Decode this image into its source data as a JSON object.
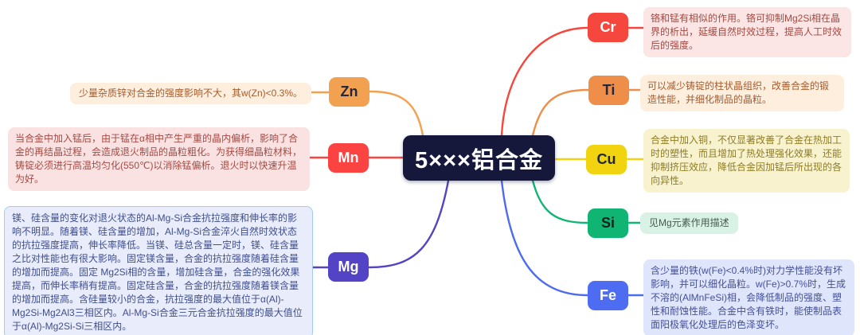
{
  "root": {
    "label": "5×××铝合金",
    "bg": "#15183a",
    "text_color": "#ffffff"
  },
  "branches": [
    {
      "id": "cr",
      "element": "Cr",
      "side": "right",
      "color": "#f5473d",
      "note_bg": "#fbe5e5",
      "note": "铬和锰有相似的作用。铬可抑制Mg2Si相在晶界的析出，延缓自然时效过程，提高人工时效后的强度。"
    },
    {
      "id": "ti",
      "element": "Ti",
      "side": "right",
      "color": "#ef8e49",
      "note_bg": "#fdeede",
      "note": "可以减少铸锭的柱状晶组织，改善合金的锻造性能，并细化制品的晶粒。"
    },
    {
      "id": "cu",
      "element": "Cu",
      "side": "right",
      "color": "#f1d310",
      "note_bg": "#f8f2cf",
      "note": "合金中加入铜，不仅显著改善了合金在热加工时的塑性，而且增加了热处理强化效果，还能抑制挤压效应，降低合金因加锰后所出现的各向异性。"
    },
    {
      "id": "si",
      "element": "Si",
      "side": "right",
      "color": "#10b473",
      "note_bg": "#d9f2e6",
      "note": "见Mg元素作用描述"
    },
    {
      "id": "fe",
      "element": "Fe",
      "side": "right",
      "color": "#4e6cf1",
      "note_bg": "#dfe5fa",
      "note": "含少量的铁(w(Fe)<0.4%时)对力学性能没有坏影响，并可以细化晶粒。w(Fe)>0.7%时，生成不溶的(AlMnFeSi)相，会降低制品的强度、塑性和耐蚀性能。合金中含有铁时，能使制品表面阳极氧化处理后的色泽变坏。"
    },
    {
      "id": "zn",
      "element": "Zn",
      "side": "left",
      "color": "#f2a150",
      "note_bg": "#fdeede",
      "note": "少量杂质锌对合金的强度影响不大，其w(Zn)<0.3%。"
    },
    {
      "id": "mn",
      "element": "Mn",
      "side": "left",
      "color": "#fb4442",
      "note_bg": "#fbe2e2",
      "note": "当合金中加入锰后，由于锰在α相中产生严重的晶内偏析，影响了合金的再结晶过程，会造成退火制品的晶粒粗化。为获得细晶粒材料，铸锭必须进行高温均匀化(550℃)以消除锰偏析。退火时以快速升温为好。"
    },
    {
      "id": "mg",
      "element": "Mg",
      "side": "left",
      "color": "#5244c4",
      "note_bg": "#e9edfb",
      "note_border": "#a3cbf1",
      "note": "镁、硅含量的变化对退火状态的Al-Mg-Si合金抗拉强度和伸长率的影响不明显。随着镁、硅含量的增加，Al-Mg-Si合金淬火自然时效状态的抗拉强度提高，伸长率降低。当镁、硅总含量一定时，镁、硅含量之比对性能也有很大影响。固定镁含量，合金的抗拉强度随着硅含量的增加而提高。固定 Mg2Si相的含量，增加硅含量，合金的强化效果提高，而伸长率稍有提高。固定硅含量，合金的抗拉强度随着镁含量的增加而提高。含硅量较小的合金，抗拉强度的最大值位于α(Al)-Mg2Si-Mg2Al3三相区内。Al-Mg-Si合金三元合金抗拉强度的最大值位于α(Al)-Mg2Si-Si三相区内。"
    }
  ]
}
